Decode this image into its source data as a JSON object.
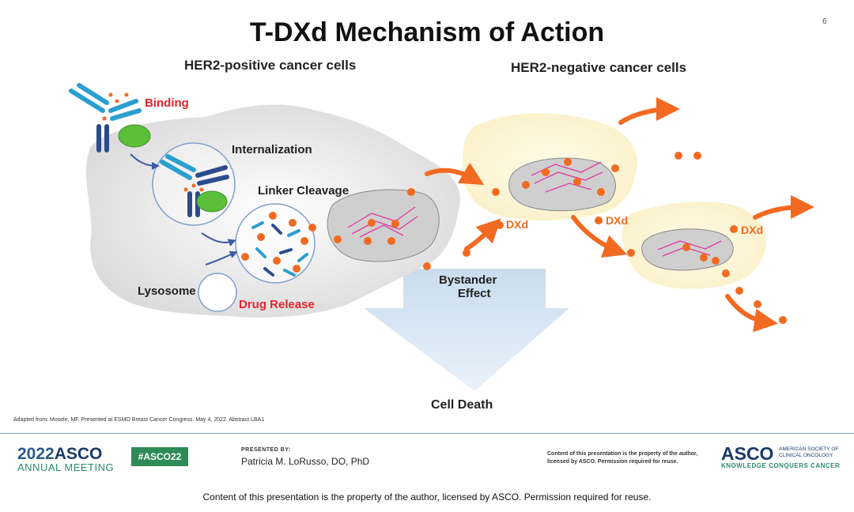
{
  "slide": {
    "title": "T-DXd Mechanism of Action",
    "number": "6",
    "citation": "Adapted from: Mosele, MF. Presented at ESMO Breast Cancer Congress. May 4, 2022. Abstract LBA1"
  },
  "diagram": {
    "header_left": "HER2-positive cancer cells",
    "header_right": "HER2-negative cancer cells",
    "labels": {
      "binding": "Binding",
      "internalization": "Internalization",
      "linker_cleavage": "Linker Cleavage",
      "lysosome": "Lysosome",
      "drug_release": "Drug Release",
      "bystander_line1": "Bystander",
      "bystander_line2": "Effect",
      "cell_death": "Cell Death",
      "dxd": "DXd"
    },
    "colors": {
      "payload": "#f26a21",
      "accent_red": "#e0262c",
      "antibody": "#2a9fd0",
      "receptor": "#5bbf3a"
    }
  },
  "footer": {
    "meeting_year": "2022",
    "meeting_org": "ASCO",
    "meeting_name": "ANNUAL MEETING",
    "hashtag": "#ASCO22",
    "presented_by": "PRESENTED BY:",
    "presenter": "Patricia M. LoRusso, DO, PhD",
    "rights_small": "Content of this presentation is the property of the author, licensed by ASCO. Permission required for reuse.",
    "asco_logo": "ASCO",
    "asco_society": "AMERICAN SOCIETY OF CLINICAL ONCOLOGY",
    "asco_tagline": "KNOWLEDGE CONQUERS CANCER",
    "bottom_rights": "Content of this presentation is the property of the author, licensed by ASCO. Permission required for reuse."
  }
}
